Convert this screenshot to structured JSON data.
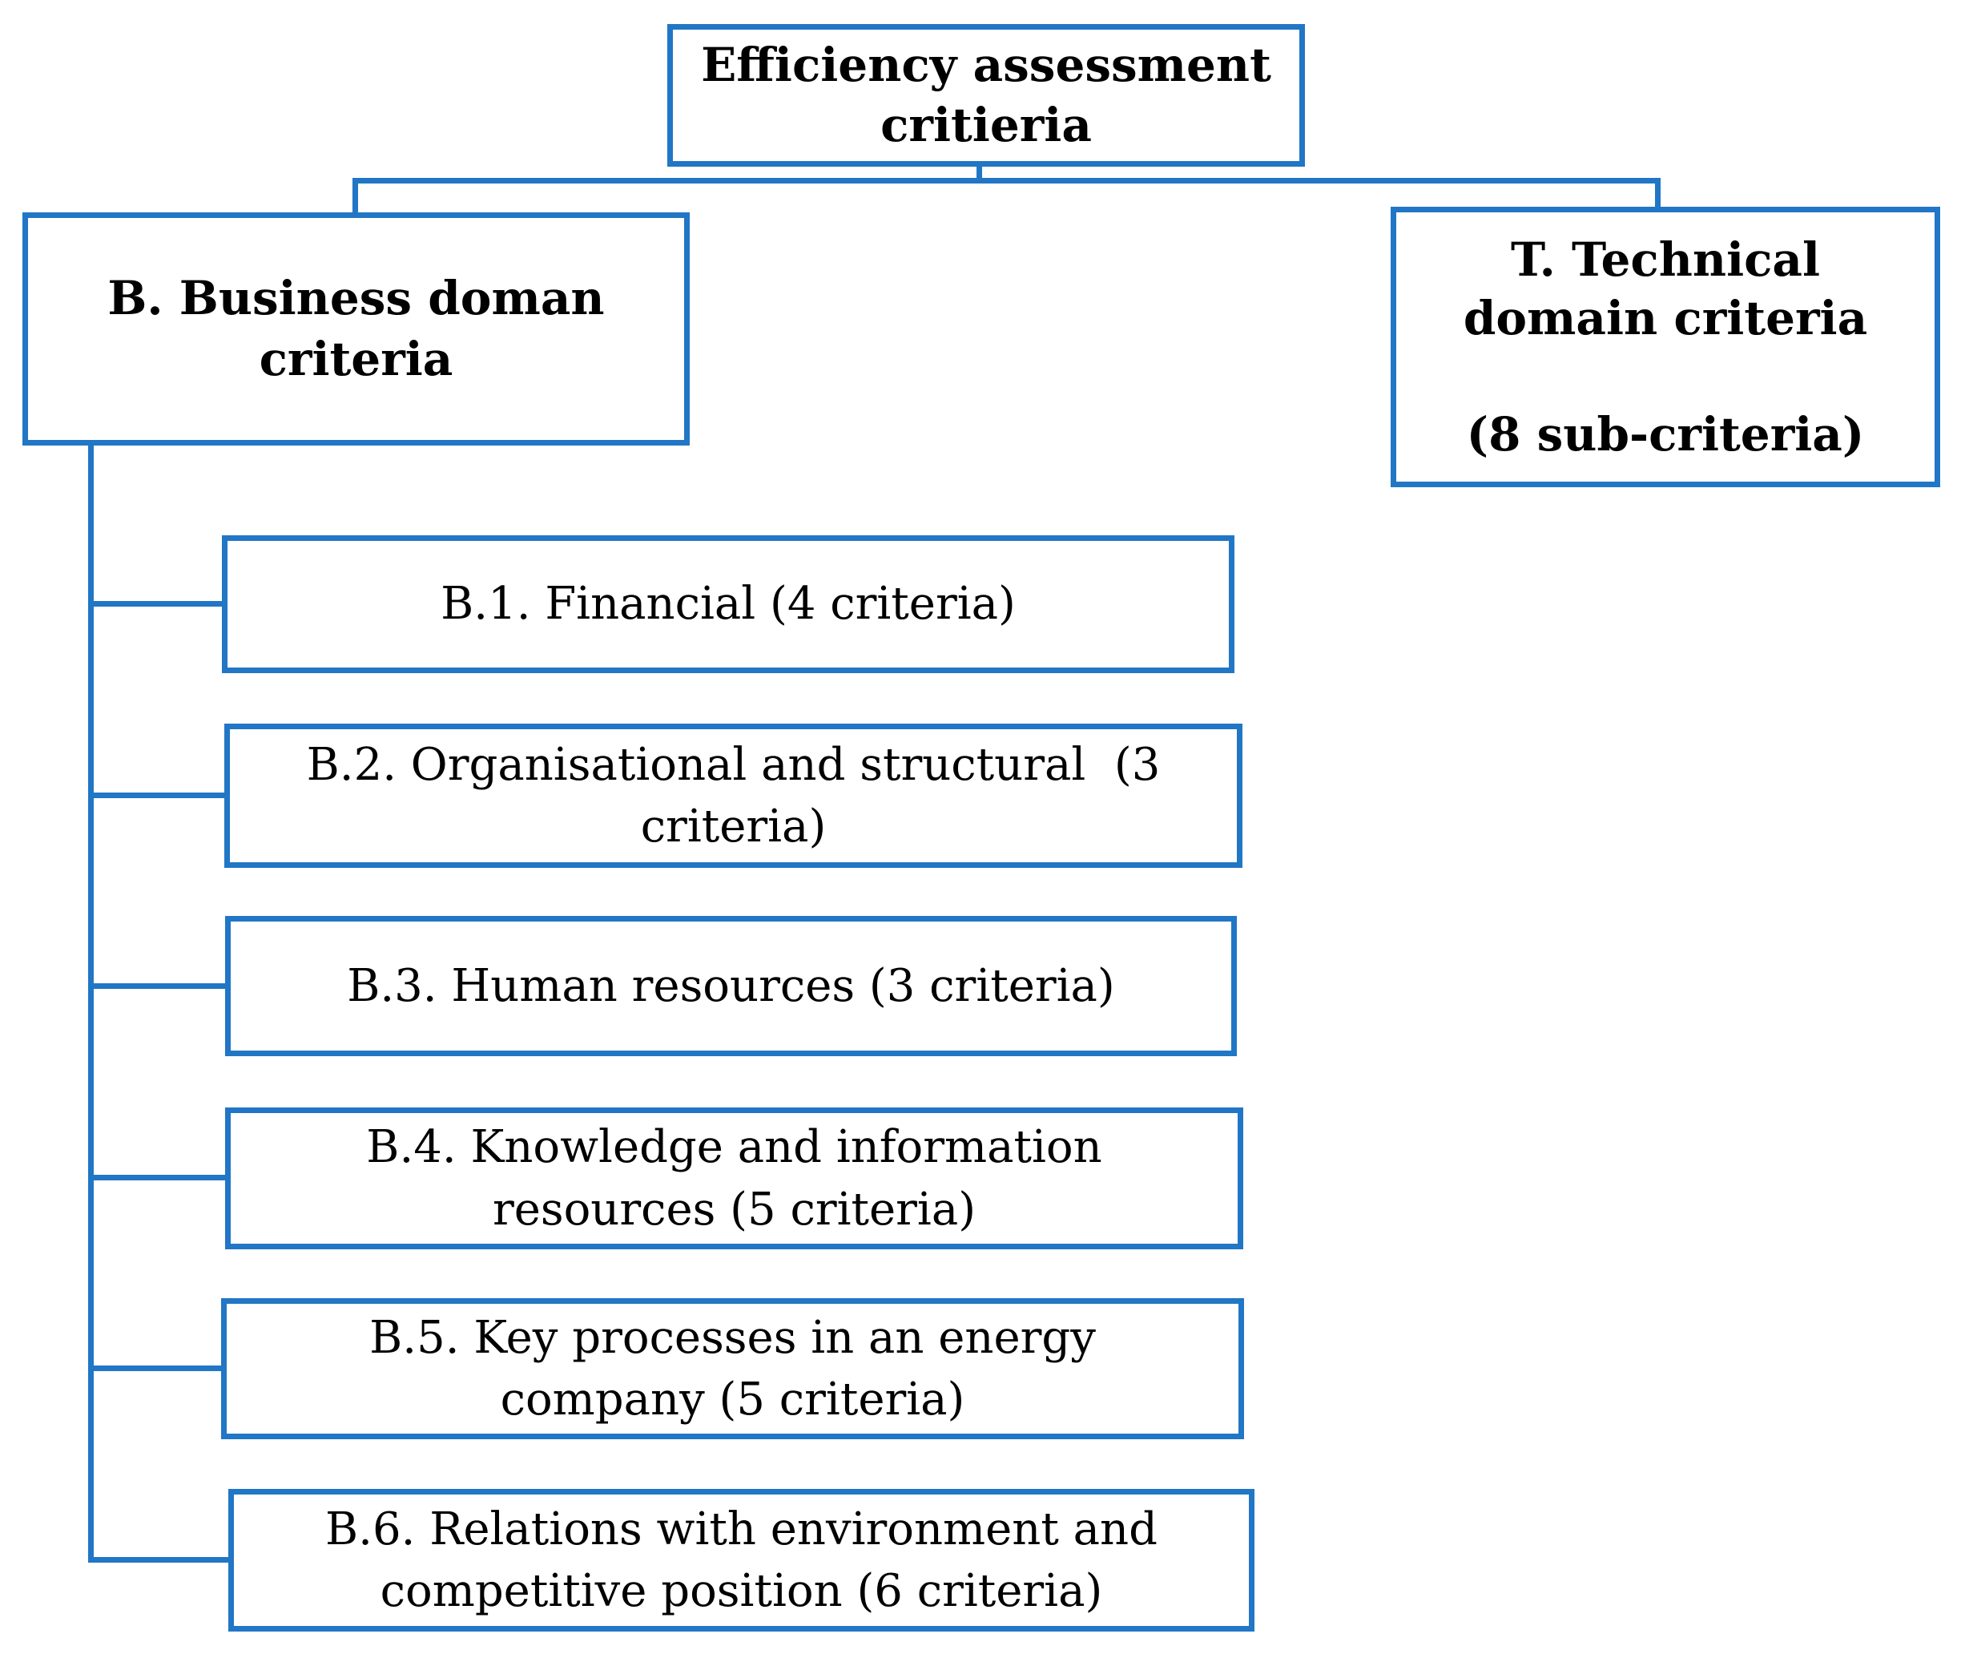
{
  "figure": {
    "title_box": {
      "label": "Efficiency assessment\ncritieria"
    },
    "business_box": {
      "label": "B. Business doman\ncriteria"
    },
    "technical_box": {
      "label": "T. Technical\ndomain criteria\n\n(8 sub-criteria)"
    },
    "sub_boxes": [
      {
        "id": "B.1",
        "label": "B.1. Financial (4 criteria)"
      },
      {
        "id": "B.2",
        "label": "B.2. Organisational and structural  (3\ncriteria)"
      },
      {
        "id": "B.3",
        "label": "B.3. Human resources (3 criteria)"
      },
      {
        "id": "B.4",
        "label": "B.4. Knowledge and information\nresources (5 criteria)"
      },
      {
        "id": "B.5",
        "label": "B.5. Key processes in an energy\ncompany (5 criteria)"
      },
      {
        "id": "B.6",
        "label": "B.6. Relations with environment and\ncompetitive position (6 criteria)"
      }
    ],
    "colors": {
      "line_blue": "#2176C5",
      "text": "#000000",
      "background": "#FFFFFF"
    }
  }
}
